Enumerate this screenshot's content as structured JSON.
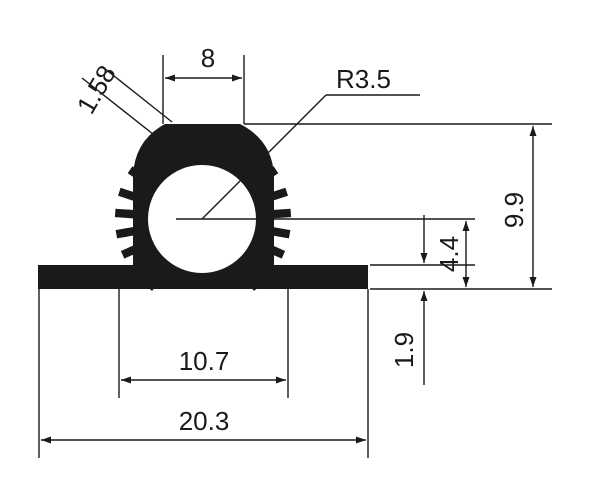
{
  "drawing": {
    "colors": {
      "profile": "#1a1a1a",
      "background": "#ffffff"
    },
    "dimensions": {
      "top_width": "8",
      "chamfer": "1.58",
      "radius": "R3.5",
      "total_height": "9.9",
      "center_height": "4.4",
      "base_thickness": "1.9",
      "inner_width": "10.7",
      "total_width": "20.3"
    }
  }
}
